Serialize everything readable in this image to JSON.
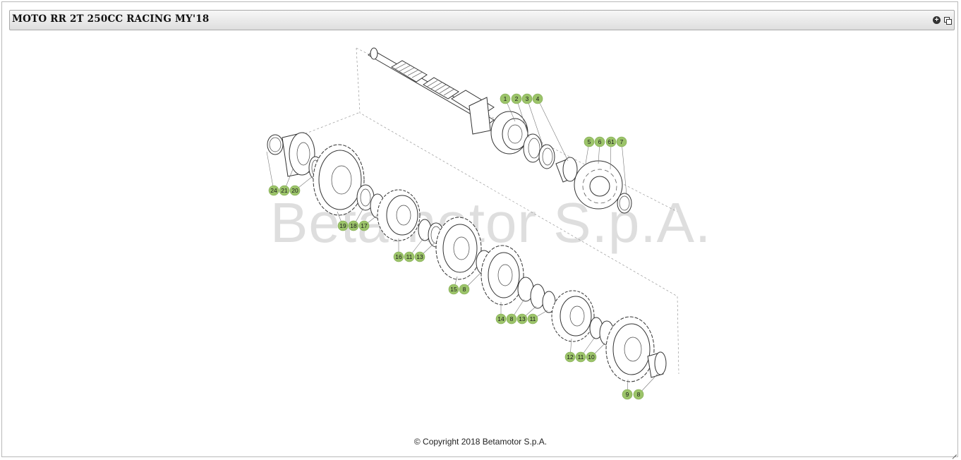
{
  "window": {
    "title": "MOTO RR 2T 250CC RACING MY'18"
  },
  "toolbar": {
    "expand_icon": "plus-circle-icon",
    "popout_icon": "popout-icon"
  },
  "diagram": {
    "watermark": "Betamotor S.p.A.",
    "callouts": [
      {
        "id": "c1",
        "label": "1"
      },
      {
        "id": "c2",
        "label": "2"
      },
      {
        "id": "c3",
        "label": "3"
      },
      {
        "id": "c4",
        "label": "4"
      },
      {
        "id": "c5",
        "label": "5"
      },
      {
        "id": "c6",
        "label": "6"
      },
      {
        "id": "c61",
        "label": "61"
      },
      {
        "id": "c7",
        "label": "7"
      },
      {
        "id": "c24",
        "label": "24"
      },
      {
        "id": "c21",
        "label": "21"
      },
      {
        "id": "c20",
        "label": "20"
      },
      {
        "id": "c19",
        "label": "19"
      },
      {
        "id": "c18",
        "label": "18"
      },
      {
        "id": "c17",
        "label": "17"
      },
      {
        "id": "c16",
        "label": "16"
      },
      {
        "id": "c11a",
        "label": "11"
      },
      {
        "id": "c13a",
        "label": "13"
      },
      {
        "id": "c15",
        "label": "15"
      },
      {
        "id": "c8a",
        "label": "8"
      },
      {
        "id": "c14",
        "label": "14"
      },
      {
        "id": "c8b",
        "label": "8"
      },
      {
        "id": "c13b",
        "label": "13"
      },
      {
        "id": "c11b",
        "label": "11"
      },
      {
        "id": "c12",
        "label": "12"
      },
      {
        "id": "c11c",
        "label": "11"
      },
      {
        "id": "c10",
        "label": "10"
      },
      {
        "id": "c9",
        "label": "9"
      },
      {
        "id": "c8c",
        "label": "8"
      }
    ]
  },
  "footer": {
    "copyright": "© Copyright 2018 Betamotor S.p.A."
  }
}
